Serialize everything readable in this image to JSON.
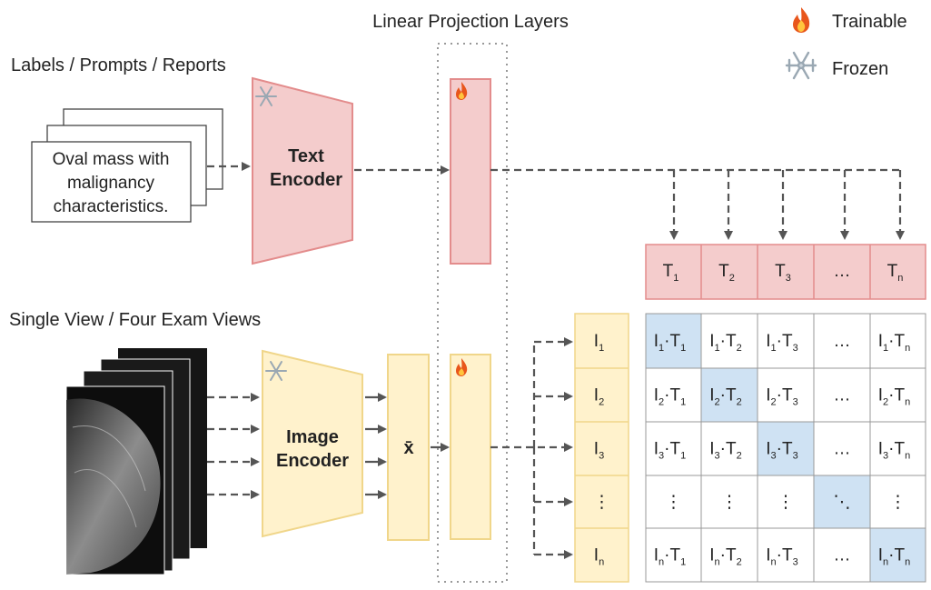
{
  "title_projection": "Linear Projection Layers",
  "legend": {
    "trainable_label": "Trainable",
    "trainable_icon": "flame-icon",
    "frozen_label": "Frozen",
    "frozen_icon": "snowflake-icon"
  },
  "text_branch": {
    "header": "Labels / Prompts / Reports",
    "sample_text": [
      "Oval mass with",
      "malignancy",
      "characteristics."
    ],
    "encoder_label": [
      "Text",
      "Encoder"
    ]
  },
  "image_branch": {
    "header": "Single View / Four Exam Views",
    "encoder_label": [
      "Image",
      "Encoder"
    ],
    "pooled_symbol": "x̄"
  },
  "text_tokens": [
    {
      "base": "T",
      "sub": "1"
    },
    {
      "base": "T",
      "sub": "2"
    },
    {
      "base": "T",
      "sub": "3"
    },
    {
      "base": "…",
      "sub": ""
    },
    {
      "base": "T",
      "sub": "n"
    }
  ],
  "image_tokens": [
    {
      "base": "I",
      "sub": "1"
    },
    {
      "base": "I",
      "sub": "2"
    },
    {
      "base": "I",
      "sub": "3"
    },
    {
      "base": "⋮",
      "sub": ""
    },
    {
      "base": "I",
      "sub": "n"
    }
  ],
  "matrix": {
    "rows": [
      "1",
      "2",
      "3",
      "",
      "n"
    ],
    "cols": [
      "1",
      "2",
      "3",
      "",
      "n"
    ],
    "ellipsis_h": "…",
    "ellipsis_v": "⋮",
    "ellipsis_d": "⋱",
    "dot": "·"
  },
  "colors": {
    "text_fill": "#f4cccc",
    "text_stroke": "#e38c8c",
    "image_fill": "#fff2cc",
    "image_stroke": "#f0d68a",
    "diag_fill": "#cfe2f3",
    "arrow": "#555555",
    "grid": "#999999"
  }
}
